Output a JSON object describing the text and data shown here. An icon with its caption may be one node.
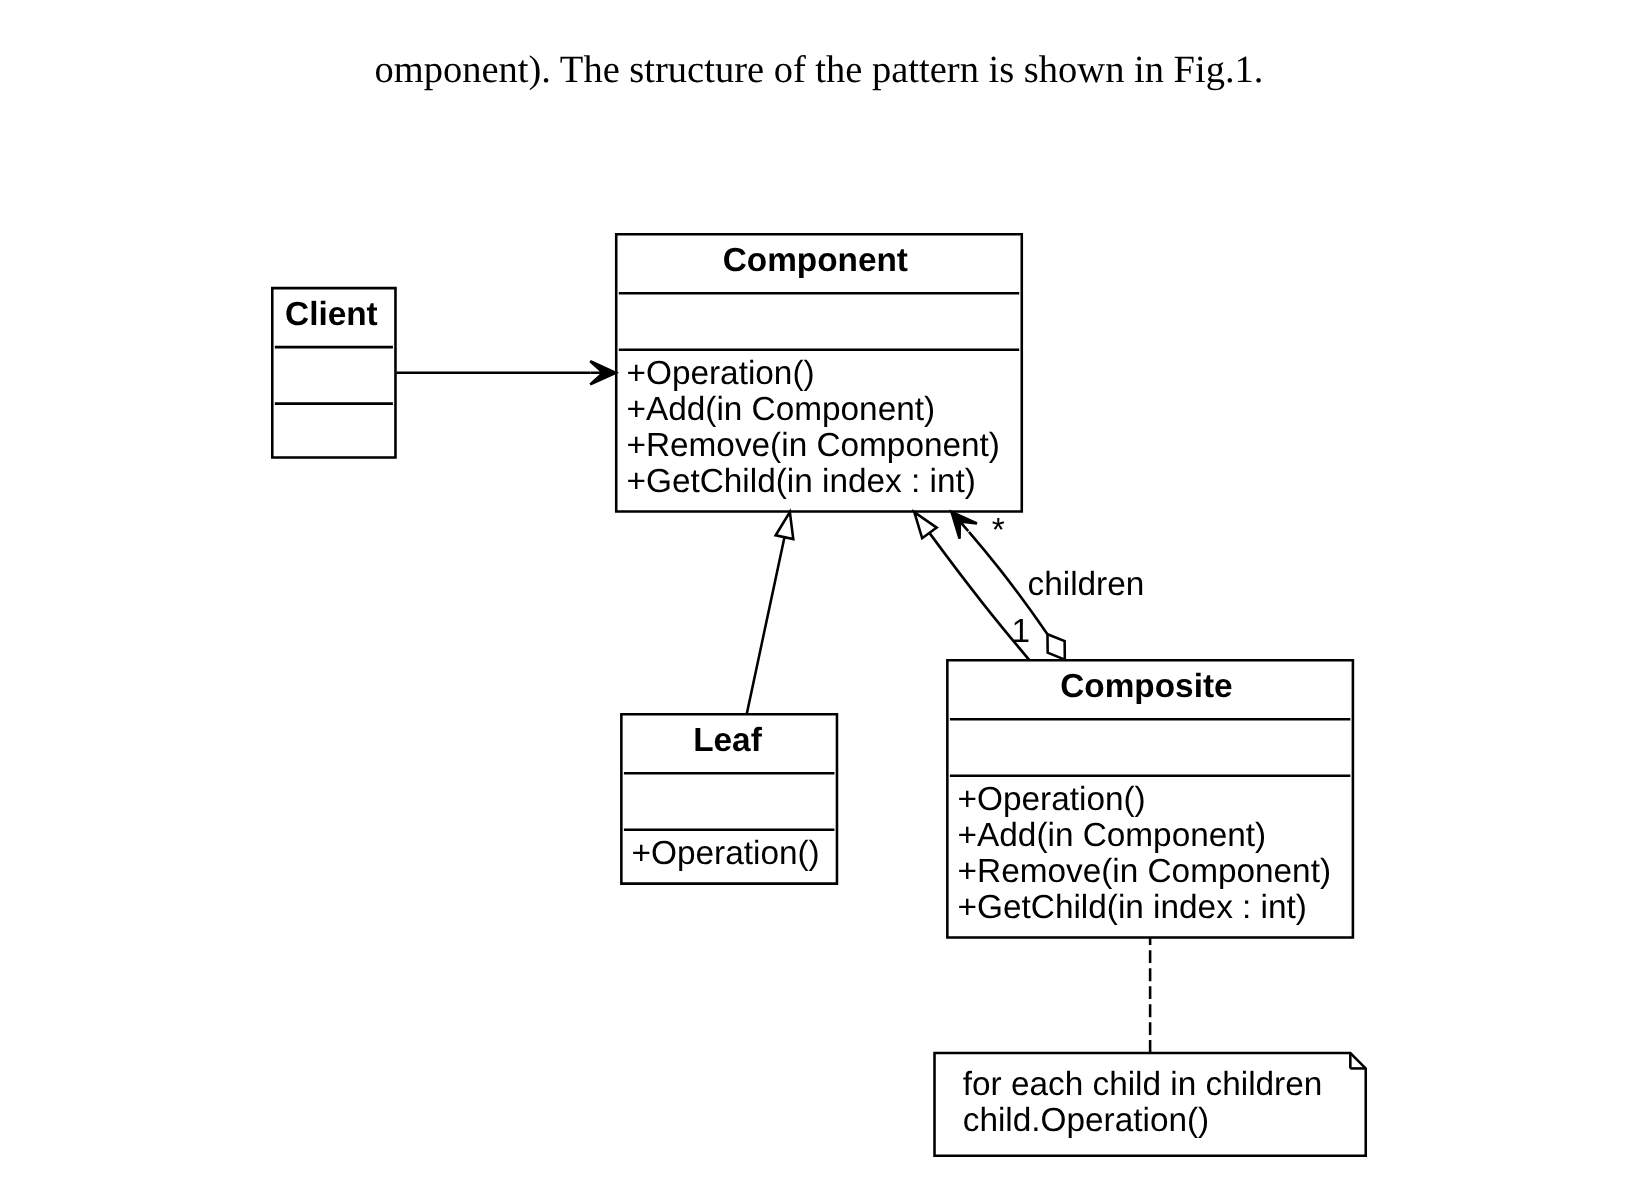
{
  "diagram": {
    "nodes": [
      {
        "text": [
          "Client"
        ]
      },
      {
        "text": [
          "Component",
          "+Operation()",
          "+Add(in Component)",
          "+Remove(in Component)",
          "+GetChild(in index : int)"
        ]
      },
      {
        "text": [
          "Leaf",
          "+Operation()"
        ]
      },
      {
        "text": [
          "Composite",
          "+Operation()",
          "+Add(in Component)",
          "+Remove(in Component)",
          "+GetChild(in index : int)"
        ]
      },
      {
        "text": [
          "for each child in children",
          "child.Operation()"
        ]
      }
    ],
    "edges": [
      {
        "from": 0,
        "to": 1,
        "arrow": "to"
      },
      {
        "from": 2,
        "to": 1,
        "arrow": "to"
      },
      {
        "from": 3,
        "to": 1,
        "arrow": "to"
      },
      {
        "from": 3,
        "to": 1,
        "arrow": "to",
        "label": "children"
      },
      {
        "from": 4,
        "to": 3,
        "arrow": "none",
        "style": "dashed"
      }
    ],
    "labels": [
      "omponent). The structure of the pattern is shown in Fig.1.",
      "*",
      "1"
    ]
  }
}
